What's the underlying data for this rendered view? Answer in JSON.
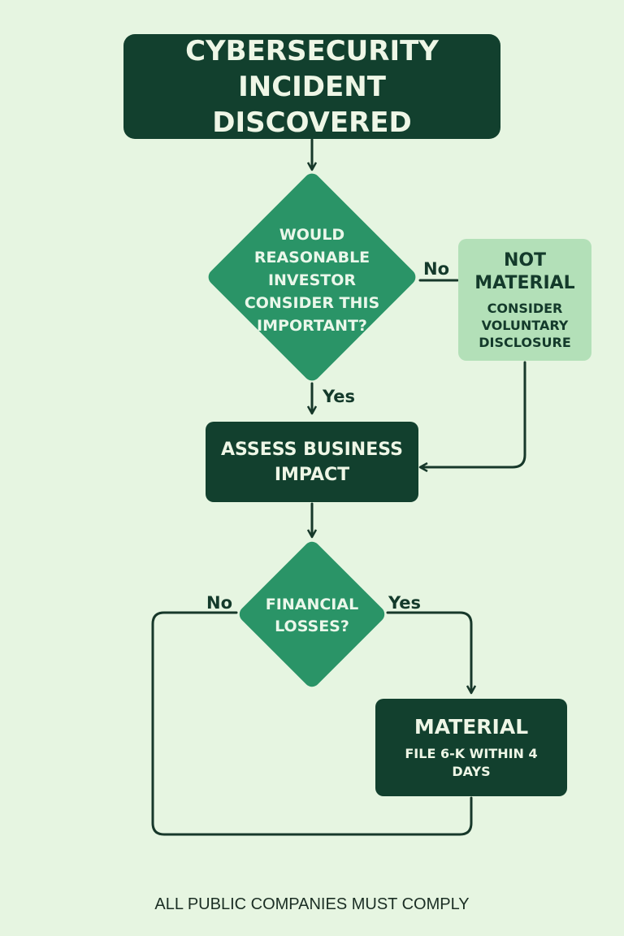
{
  "nodes": {
    "start": "CYBERSECURITY INCIDENT DISCOVERED",
    "q1": "WOULD REASONABLE INVESTOR CONSIDER THIS IMPORTANT?",
    "not_material_title": "NOT MATERIAL",
    "not_material_sub": "CONSIDER VOLUNTARY DISCLOSURE",
    "assess": "ASSESS BUSINESS IMPACT",
    "q2": "FINANCIAL LOSSES?",
    "material_title": "MATERIAL",
    "material_sub": "FILE 6-K WITHIN 4 DAYS"
  },
  "edges": {
    "q1_no": "No",
    "q1_yes": "Yes",
    "q2_no": "No",
    "q2_yes": "Yes"
  },
  "footer": "ALL PUBLIC COMPANIES MUST COMPLY",
  "colors": {
    "background": "#e6f5e1",
    "dark_box": "#12402e",
    "diamond": "#2a9467",
    "light_box": "#b3e0b8",
    "line": "#17382a"
  }
}
